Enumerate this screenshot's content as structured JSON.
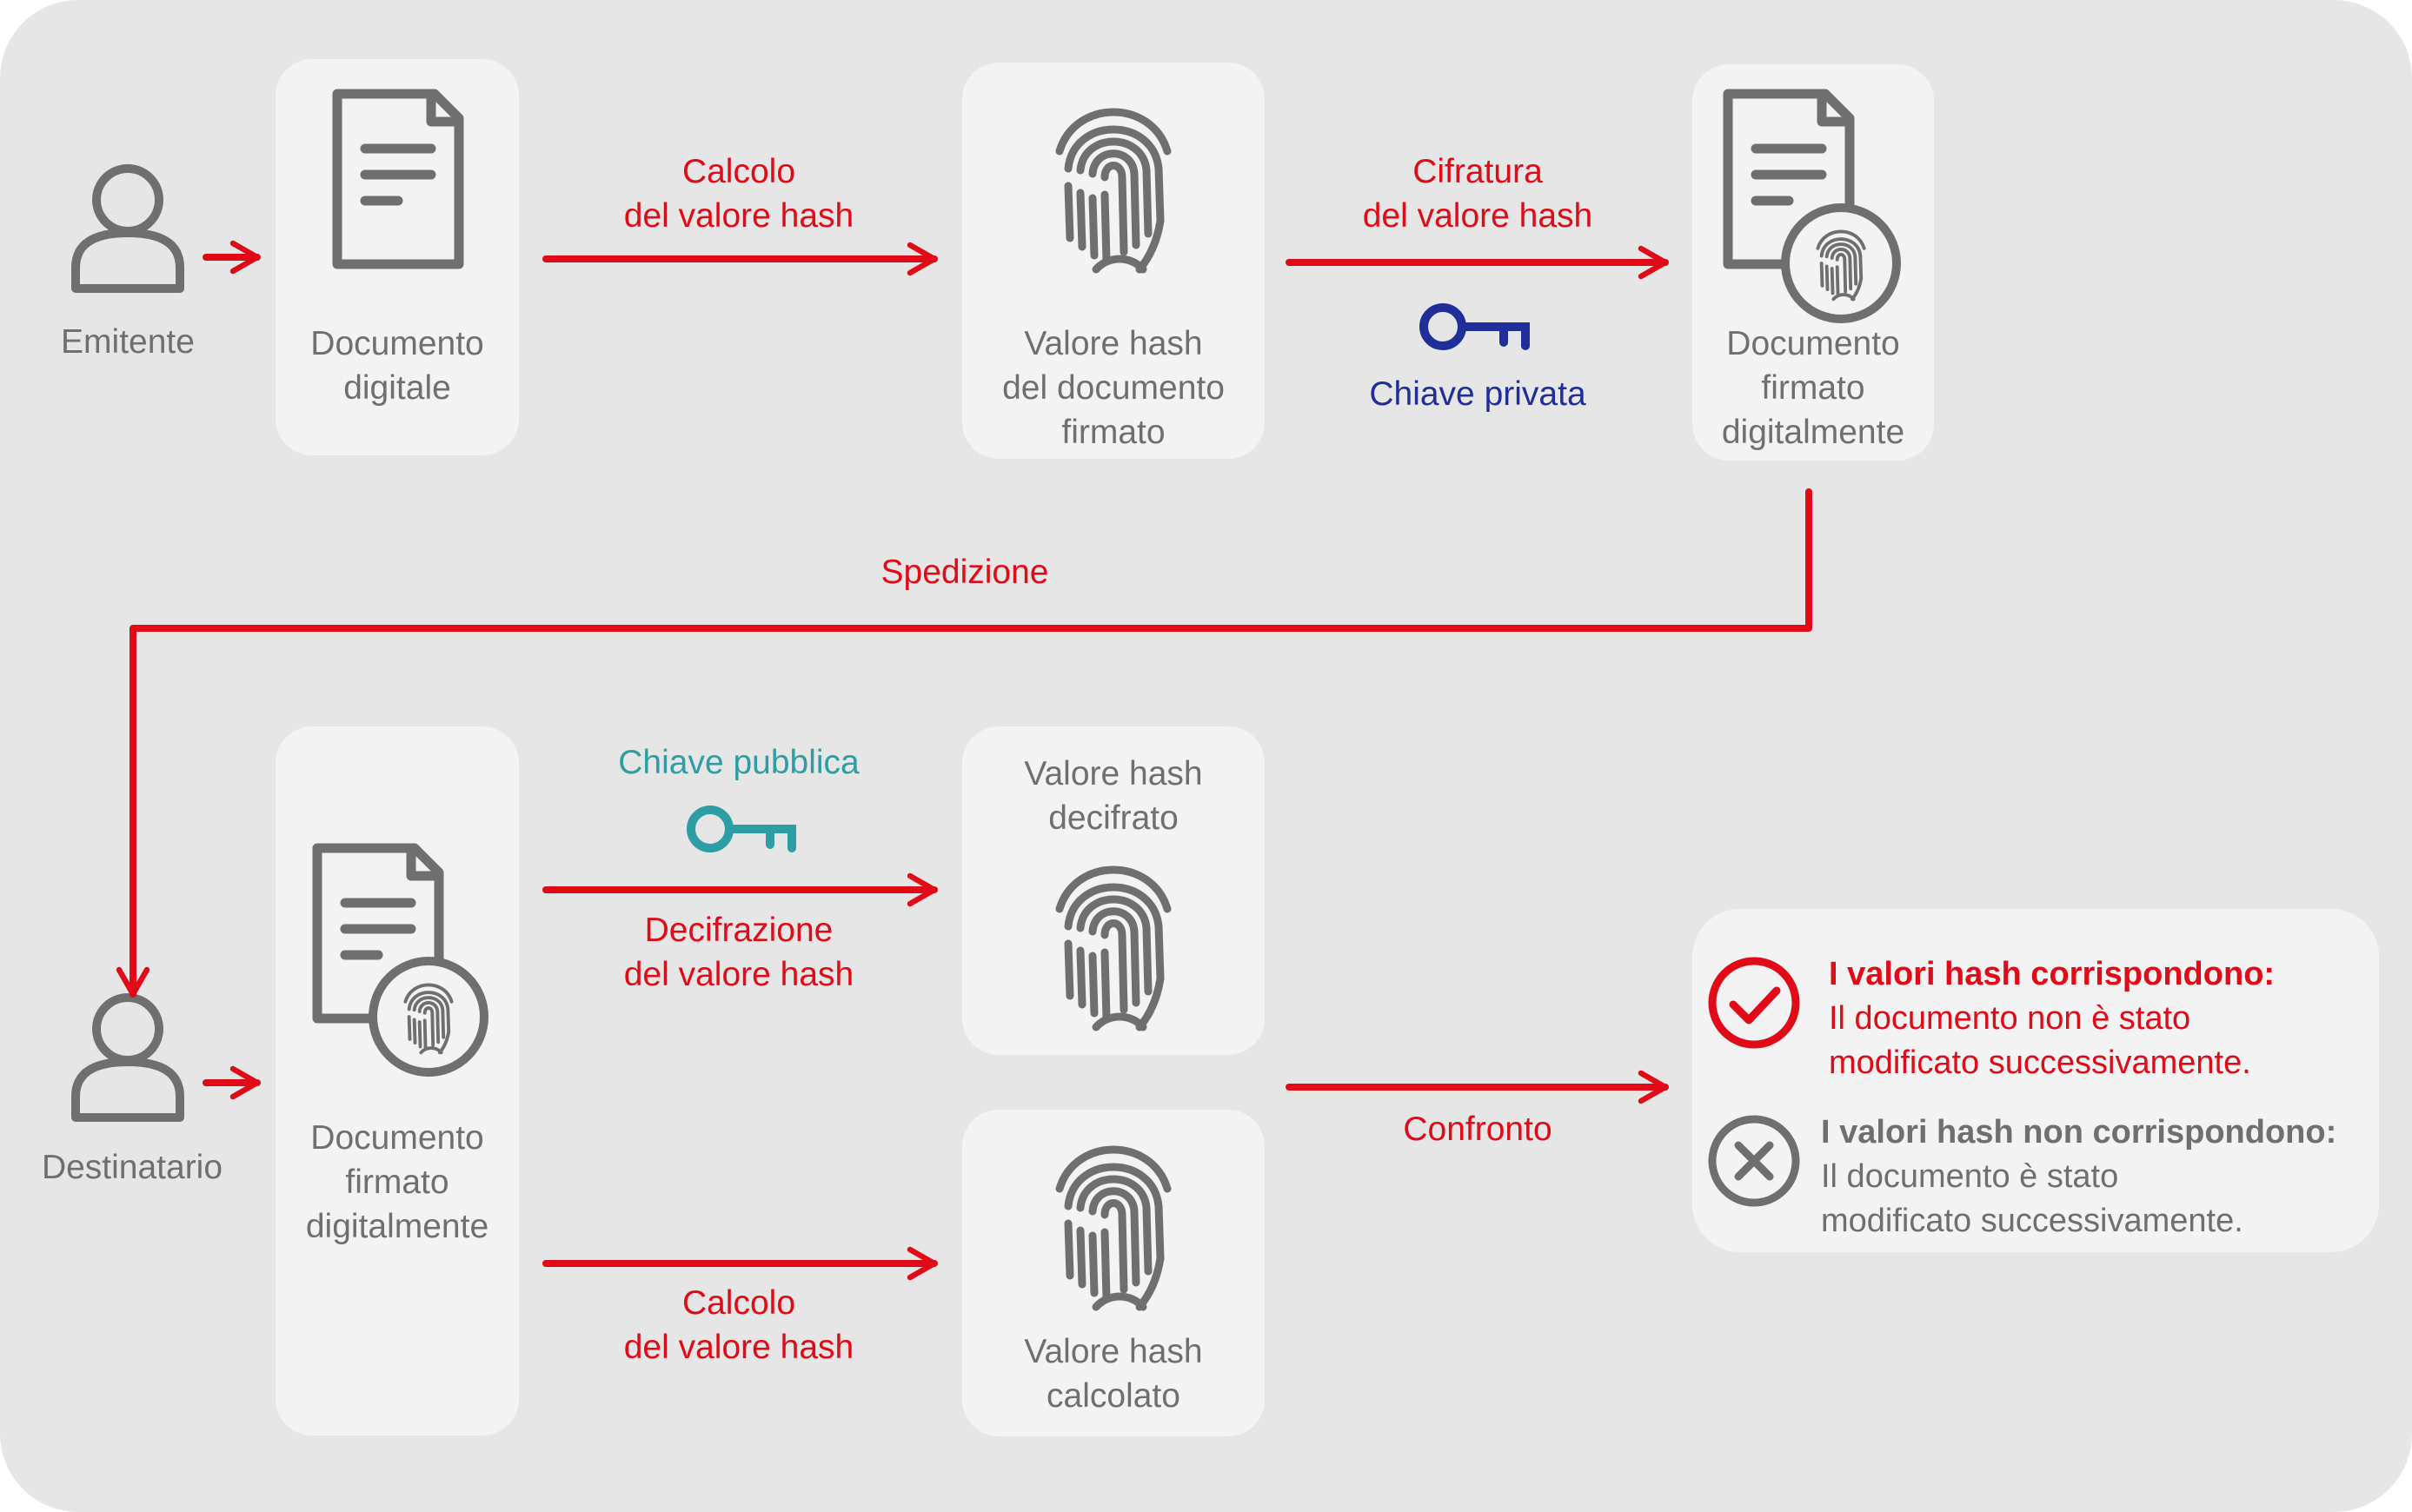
{
  "colors": {
    "background": "#e6e6e6",
    "panel": "#f3f3f3",
    "accent_red": "#e10a17",
    "icon_grey": "#6f6f6f",
    "private_key": "#1f2e9b",
    "public_key": "#2e9ea5"
  },
  "sender": {
    "label": "Emitente",
    "icon": "person-icon"
  },
  "recipient": {
    "label": "Destinatario",
    "icon": "person-icon"
  },
  "top_row": {
    "doc_digital": [
      "Documento",
      "digitale"
    ],
    "hash_value": [
      "Valore hash",
      "del documento",
      "firmato"
    ],
    "signed_doc": [
      "Documento",
      "firmato",
      "digitalmente"
    ],
    "step_hash_calc": [
      "Calcolo",
      "del valore hash"
    ],
    "step_encrypt": [
      "Cifratura",
      "del valore hash"
    ],
    "private_key": "Chiave privata"
  },
  "shipping": "Spedizione",
  "bottom_row": {
    "signed_doc": [
      "Documento",
      "firmato",
      "digitalmente"
    ],
    "public_key": "Chiave pubblica",
    "step_decrypt": [
      "Decifrazione",
      "del valore hash"
    ],
    "step_hash_calc": [
      "Calcolo",
      "del valore hash"
    ],
    "decrypted_hash": [
      "Valore hash",
      "decifrato"
    ],
    "calculated_hash": [
      "Valore hash",
      "calcolato"
    ],
    "compare": "Confronto"
  },
  "results": {
    "match": {
      "title": "I valori hash corrispondono:",
      "lines": [
        "Il documento non è stato",
        "modificato successivamente."
      ]
    },
    "mismatch": {
      "title": "I valori hash non corrispondono:",
      "lines": [
        "Il documento è stato",
        "modificato successivamente."
      ]
    }
  }
}
